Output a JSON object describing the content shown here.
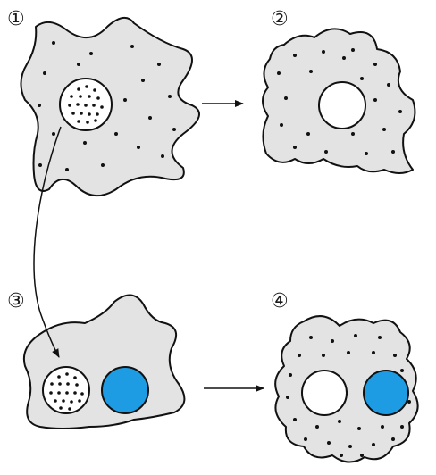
{
  "labels": {
    "step1": "①",
    "step2": "②",
    "step3": "③",
    "step4": "④"
  },
  "colors": {
    "cytoplasm": "#e3e3e3",
    "outline": "#111111",
    "empty_nucleus": "#ffffff",
    "transplanted_nucleus": "#1d9be3",
    "dots": "#111111"
  }
}
